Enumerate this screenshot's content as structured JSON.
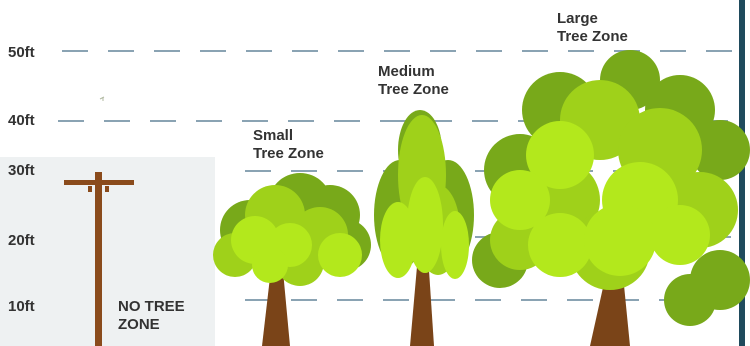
{
  "height_marks": [
    "50ft",
    "40ft",
    "30ft",
    "20ft",
    "10ft"
  ],
  "zones": {
    "no_tree": {
      "line1": "NO TREE",
      "line2": "ZONE"
    },
    "small": {
      "line1": "Small",
      "line2": "Tree Zone"
    },
    "medium": {
      "line1": "Medium",
      "line2": "Tree Zone"
    },
    "large": {
      "line1": "Large",
      "line2": "Tree Zone"
    }
  },
  "colors": {
    "dash_line": "#8aa3b3",
    "no_tree_bg": "#eef1f2",
    "pole": "#8a4b1c",
    "trunk": "#7a4418",
    "leaf_light": "#b3e81c",
    "leaf_mid": "#9fd11a",
    "leaf_dark": "#78a91a",
    "border": "#1f4a5c"
  }
}
